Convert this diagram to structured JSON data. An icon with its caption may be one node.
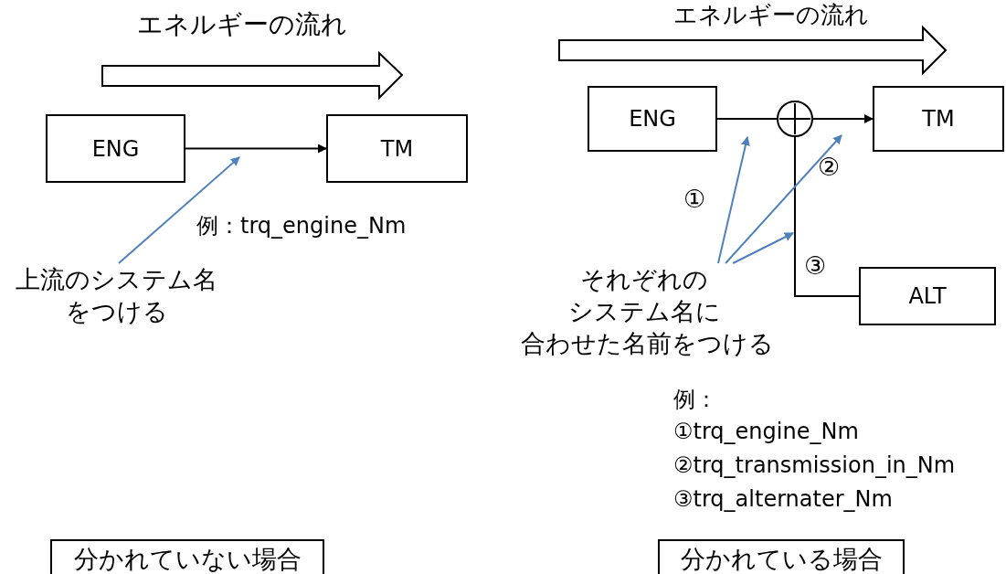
{
  "diagram": {
    "nodes": [
      {
        "text": [
          "ENG"
        ]
      },
      {
        "text": [
          "TM"
        ]
      },
      {
        "text": [
          "上流のシステム名をつける"
        ]
      },
      {
        "text": [
          "ENG"
        ]
      },
      {
        "text": [],
        "shape": "circle"
      },
      {
        "text": [
          "TM"
        ]
      },
      {
        "text": [
          "ALT"
        ]
      },
      {
        "text": [
          "それぞれのシステム名に合わせた名前をつける"
        ]
      },
      {
        "text": [
          "分かれていない場合"
        ]
      },
      {
        "text": [
          "分かれている場合"
        ]
      }
    ],
    "edges": [
      {
        "from": 0,
        "to": 1,
        "arrow": "to"
      },
      {
        "from": 2,
        "to": null,
        "arrow": "to",
        "color": "#4f81bd"
      },
      {
        "from": 3,
        "to": 4,
        "arrow": "none"
      },
      {
        "from": 4,
        "to": 5,
        "arrow": "to"
      },
      {
        "from": 6,
        "to": 4,
        "arrow": "none"
      },
      {
        "from": 7,
        "to": null,
        "arrow": "to",
        "color": "#4f81bd"
      },
      {
        "from": 7,
        "to": null,
        "arrow": "to",
        "color": "#4f81bd"
      },
      {
        "from": 7,
        "to": null,
        "arrow": "to",
        "color": "#4f81bd"
      }
    ],
    "labels": [
      "エネルギーの流れ",
      "例：trq_engine_Nm",
      "エネルギーの流れ",
      "①",
      "②",
      "③",
      "例：",
      "①trq_engine_Nm",
      "②trq_transmission_in_Nm",
      "③trq_alternater_Nm"
    ]
  }
}
